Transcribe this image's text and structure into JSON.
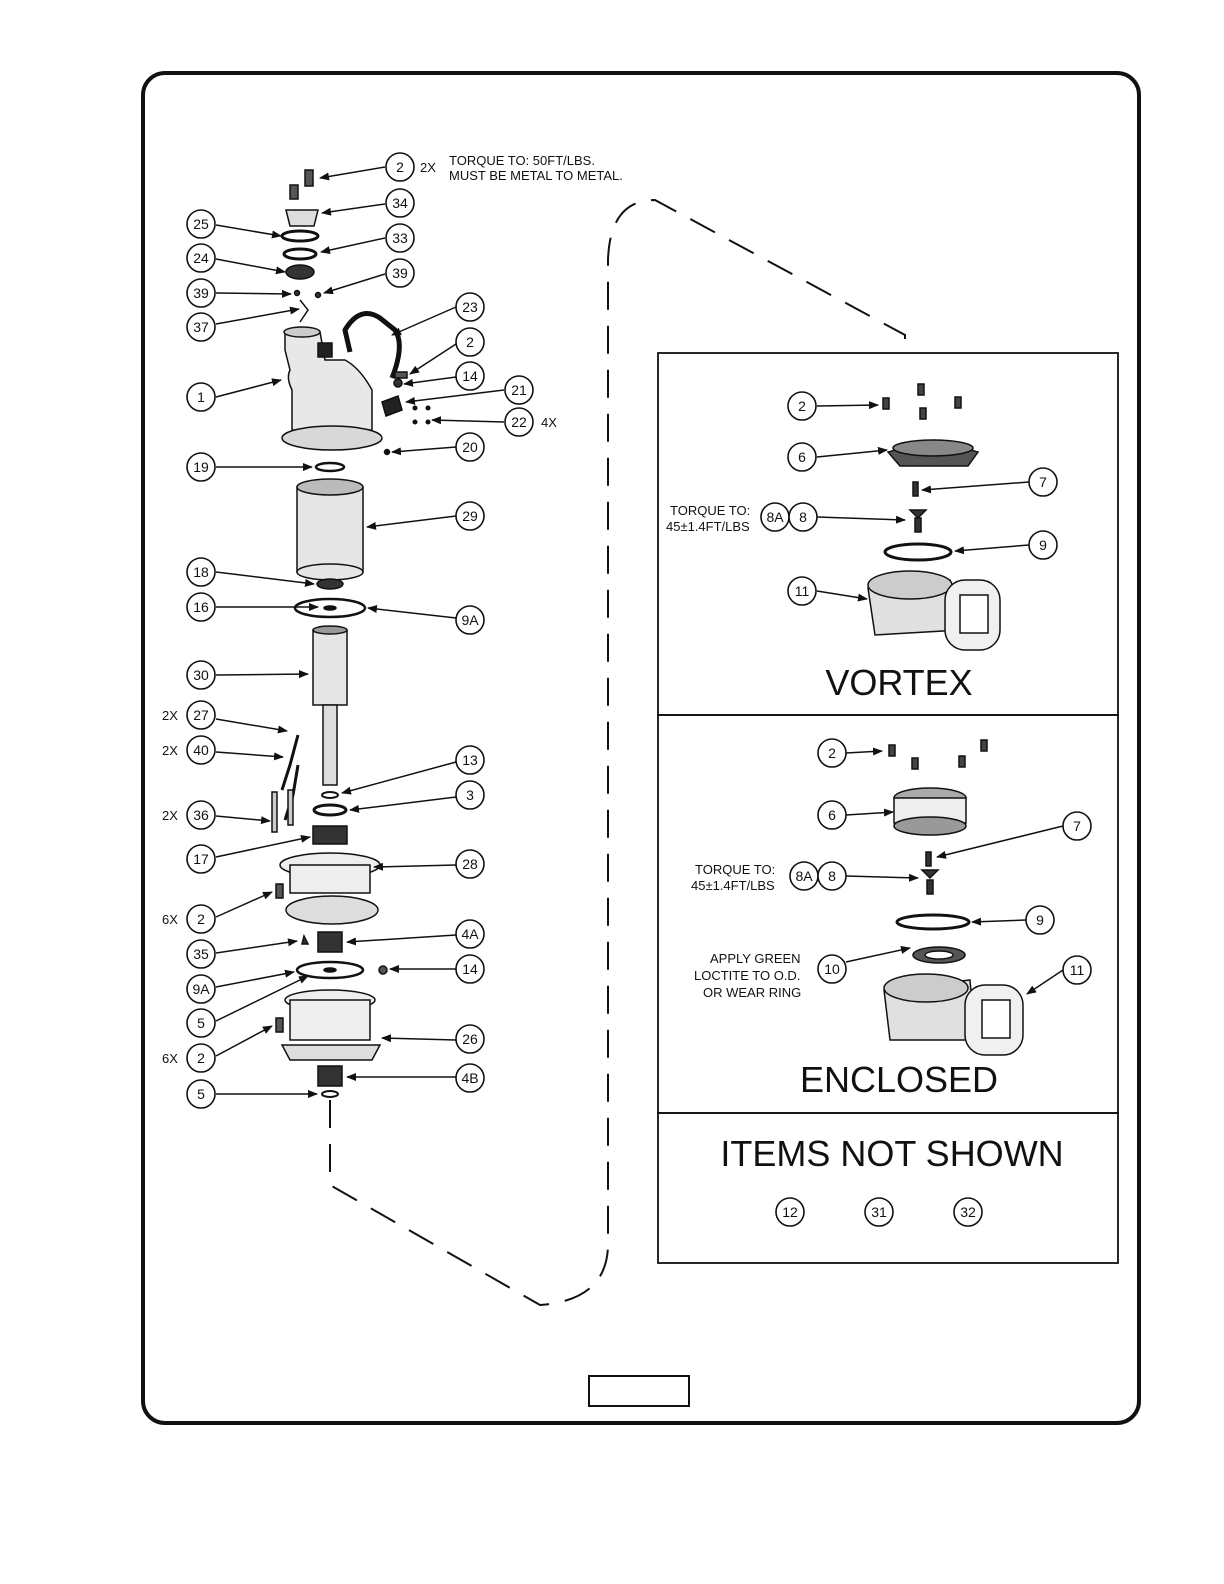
{
  "notes": {
    "top_qty": "2X",
    "torque_line1": "TORQUE TO: 50FT/LBS.",
    "torque_line2": "MUST BE METAL TO METAL.",
    "qty_22": "4X",
    "qty_27": "2X",
    "qty_40": "2X",
    "qty_36": "2X",
    "qty_2_upper": "6X",
    "qty_2_lower": "6X",
    "vortex_torque_line1": "TORQUE TO:",
    "vortex_torque_line2": "45±1.4FT/LBS",
    "enclosed_torque_line1": "TORQUE TO:",
    "enclosed_torque_line2": "45±1.4FT/LBS",
    "loctite_line1": "APPLY GREEN",
    "loctite_line2": "LOCTITE TO O.D.",
    "loctite_line3": "OR WEAR RING"
  },
  "panels": {
    "vortex_title": "VORTEX",
    "enclosed_title": "ENCLOSED",
    "not_shown_title": "ITEMS NOT SHOWN"
  },
  "callouts": {
    "main_2_top": "2",
    "main_34": "34",
    "main_25": "25",
    "main_33": "33",
    "main_24": "24",
    "main_39a": "39",
    "main_39b": "39",
    "main_37": "37",
    "main_23": "23",
    "main_2_mid": "2",
    "main_14": "14",
    "main_1": "1",
    "main_21": "21",
    "main_22": "22",
    "main_20": "20",
    "main_19": "19",
    "main_29": "29",
    "main_18": "18",
    "main_16": "16",
    "main_9A": "9A",
    "main_30": "30",
    "main_27": "27",
    "main_40": "40",
    "main_13": "13",
    "main_3": "3",
    "main_36": "36",
    "main_17": "17",
    "main_28": "28",
    "main_2_6xa": "2",
    "main_35": "35",
    "main_4A": "4A",
    "main_9A_b": "9A",
    "main_14_b": "14",
    "main_5": "5",
    "main_2_6xb": "2",
    "main_26": "26",
    "main_4B": "4B",
    "main_5_b": "5",
    "v_2": "2",
    "v_6": "6",
    "v_7": "7",
    "v_8A": "8A",
    "v_8": "8",
    "v_9": "9",
    "v_11": "11",
    "e_2": "2",
    "e_6": "6",
    "e_7": "7",
    "e_8A": "8A",
    "e_8": "8",
    "e_9": "9",
    "e_10": "10",
    "e_11": "11",
    "ns_12": "12",
    "ns_31": "31",
    "ns_32": "32"
  }
}
